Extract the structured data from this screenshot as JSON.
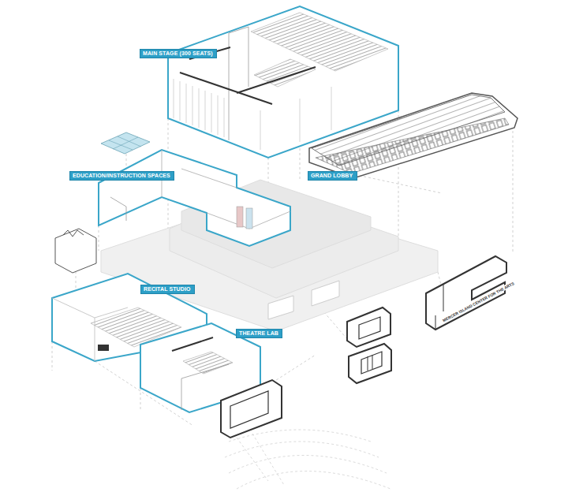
{
  "diagram": {
    "nodes": [
      {
        "text": [
          "MAIN STAGE (300 SEATS)"
        ]
      },
      {
        "text": [
          "EDUCATION/INSTRUCTION SPACES"
        ]
      },
      {
        "text": [
          "GRAND LOBBY"
        ]
      },
      {
        "text": [
          "RECITAL STUDIO"
        ]
      },
      {
        "text": [
          "THEATRE LAB"
        ]
      }
    ],
    "labels": [
      "MERCER ISLAND CENTER FOR THE ARTS"
    ]
  }
}
